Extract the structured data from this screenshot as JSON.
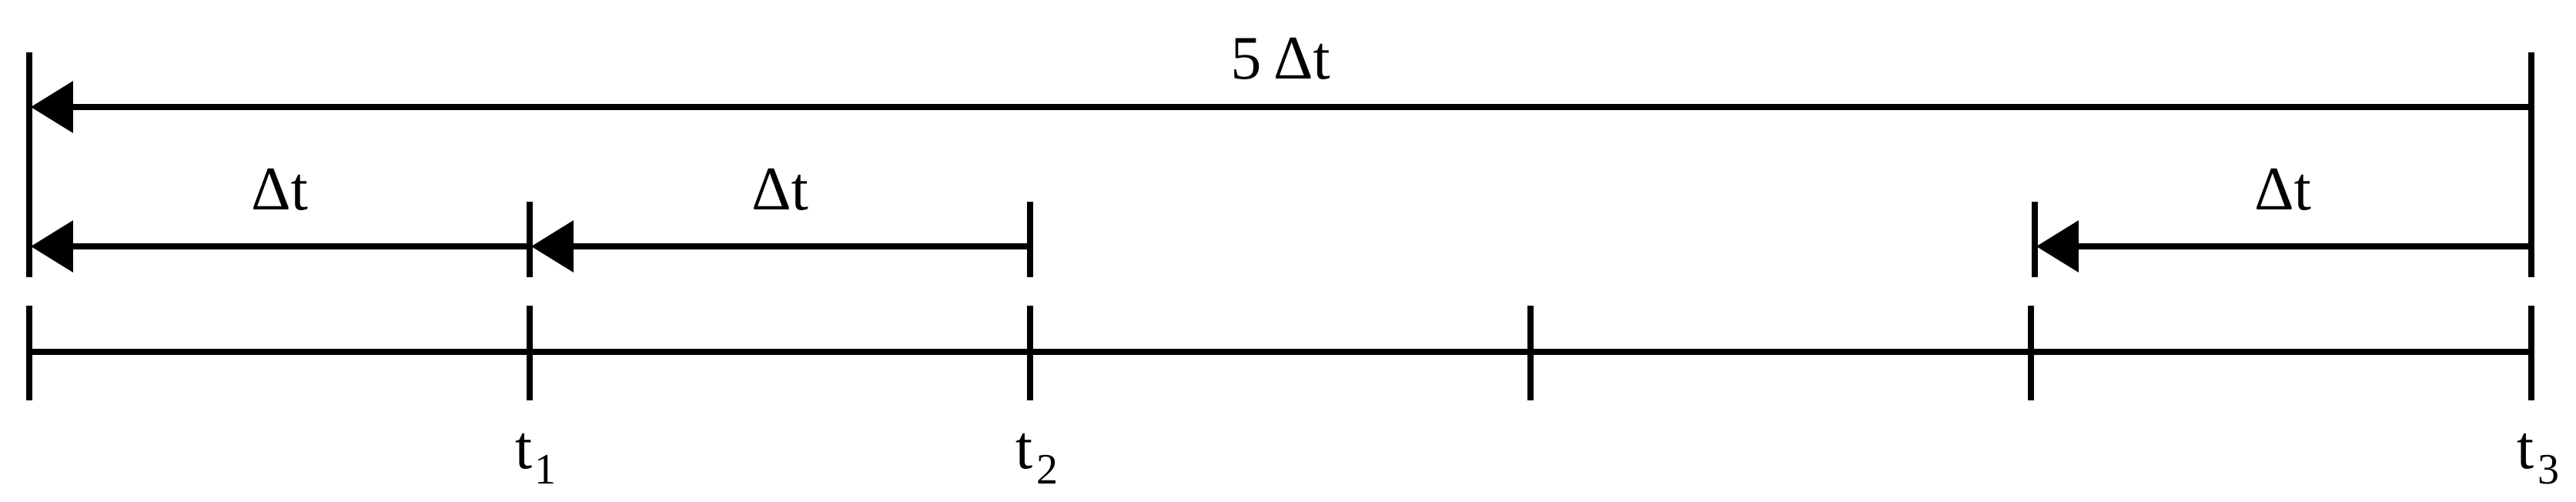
{
  "diagram": {
    "total_span_label": "5 Δt",
    "step_labels": [
      "Δt",
      "Δt",
      "Δt"
    ],
    "time_labels": [
      {
        "base": "t",
        "sub": "1"
      },
      {
        "base": "t",
        "sub": "2"
      },
      {
        "base": "t",
        "sub": "3"
      }
    ],
    "tick_count": 6,
    "line_color": "#000000"
  }
}
